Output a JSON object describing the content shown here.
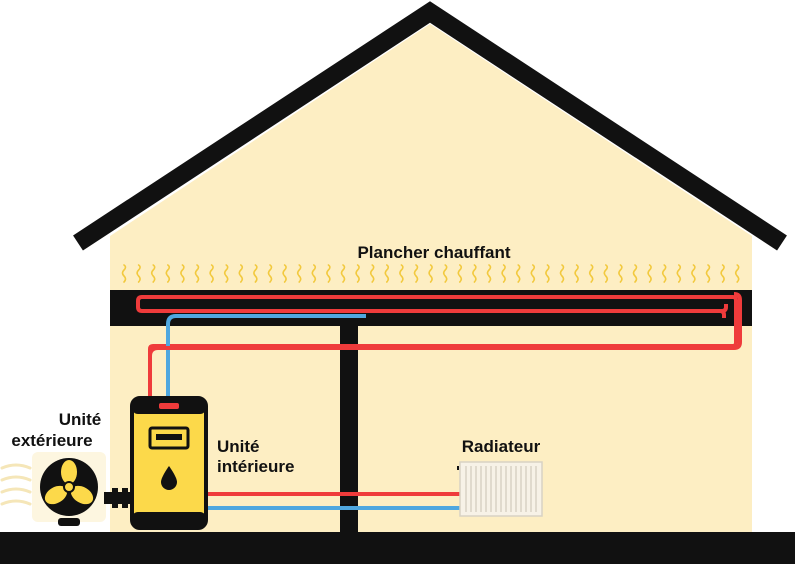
{
  "labels": {
    "floor_heating": "Plancher chauffant",
    "outdoor_unit_line1": "Unité",
    "outdoor_unit_line2": "extérieure",
    "indoor_unit_line1": "Unité",
    "indoor_unit_line2": "intérieure",
    "radiator": "Radiateur"
  },
  "icons": {
    "outdoor": "fan-icon",
    "indoor_display": "display-icon",
    "indoor_drop": "water-drop-icon"
  },
  "colors": {
    "wall_fill": "#fdeec3",
    "outline": "#111111",
    "hot_pipe": "#ef3b3b",
    "cold_pipe": "#4fa7df",
    "unit_yellow": "#fcd94a",
    "heat_waves": "#f2c93e",
    "radiator": "#f7f2e7"
  }
}
